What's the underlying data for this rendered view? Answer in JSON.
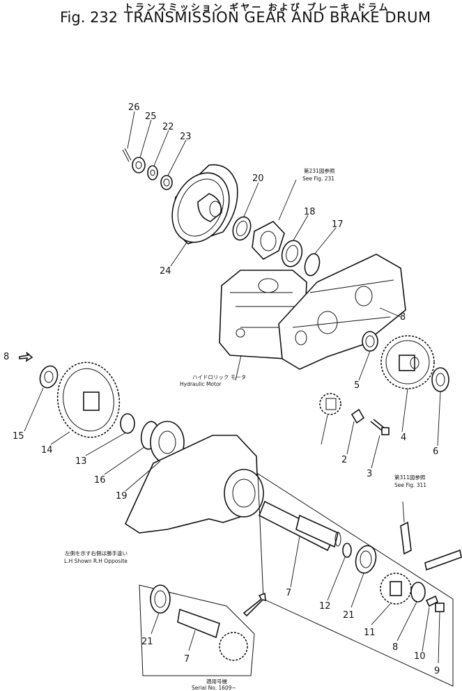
{
  "header": {
    "japanese_title": "トランスミッション ギヤー および ブレーキ ドラム",
    "figure_number": "Fig. 232",
    "title": "TRANSMISSION GEAR AND BRAKE DRUM"
  },
  "notes": {
    "see_fig_231_jp": "第231図参照",
    "see_fig_231_en": "See Fig. 231",
    "see_fig_311_jp": "第311図参照",
    "see_fig_311_en": "See Fig. 311",
    "motor_jp": "ハイドロリック モータ",
    "motor_en": "Hydraulic Motor",
    "lh_note_jp": "左側を示す右側は勝手違い",
    "lh_note_en": "L.H Shown R.H Opposite",
    "serial_jp": "適用号機",
    "serial_en": "Serial No. 1609~"
  },
  "part_labels": {
    "p26": "26",
    "p25": "25",
    "p22": "22",
    "p23": "23",
    "p20": "20",
    "p24": "24",
    "p18": "18",
    "p17": "17",
    "p8": "8",
    "p5": "5",
    "p4": "4",
    "p6": "6",
    "p2": "2",
    "p3": "3",
    "p15": "15",
    "p14": "14",
    "p13": "13",
    "p16": "16",
    "p19": "19",
    "p7": "7",
    "p12": "12",
    "p21": "21",
    "p11": "11",
    "p10": "10",
    "p9": "9",
    "p21b": "21",
    "p7b": "7",
    "p8b": "8"
  }
}
